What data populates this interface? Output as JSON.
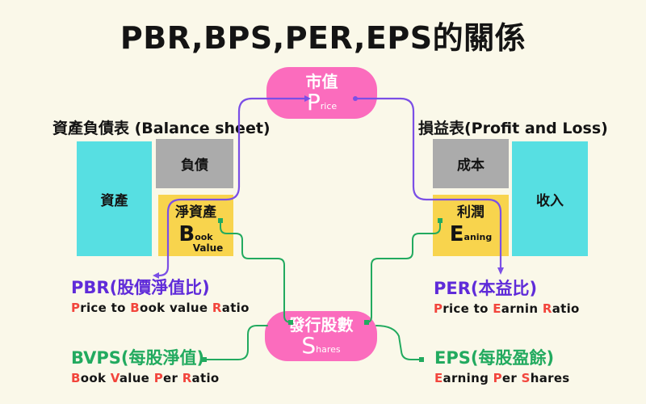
{
  "title": "PBR,BPS,PER,EPS的關係",
  "colors": {
    "background": "#FAF8E9",
    "pink": "#FB6CBD",
    "teal": "#57DFE2",
    "yellow": "#F8D44D",
    "gray": "#ABABAB",
    "purple_line": "#7B4FE6",
    "purple_text": "#5F2BD9",
    "green": "#22AA5F",
    "red": "#F2453C",
    "text": "#141414"
  },
  "balance_sheet": {
    "header": "資產負債表 (Balance sheet)",
    "assets_label": "資產",
    "liabilities_label": "負債",
    "net_worth": {
      "label": "淨資產",
      "big": "B",
      "small": "ook",
      "under": "Value"
    }
  },
  "profit_loss": {
    "header": "損益表(Profit and Loss)",
    "cost_label": "成本",
    "revenue_label": "收入",
    "profit": {
      "label": "利潤",
      "big": "E",
      "small": "aning"
    }
  },
  "market_cap": {
    "label": "市值",
    "big": "P",
    "small": "rice"
  },
  "shares": {
    "label": "發行股數",
    "big": "S",
    "small": "hares"
  },
  "metrics": {
    "pbr": {
      "title": "PBR(股價淨值比)",
      "subtitle": [
        {
          "t": "P",
          "red": true
        },
        {
          "t": "rice to ",
          "red": false
        },
        {
          "t": "B",
          "red": true
        },
        {
          "t": "ook value ",
          "red": false
        },
        {
          "t": "R",
          "red": true
        },
        {
          "t": "atio",
          "red": false
        }
      ]
    },
    "bvps": {
      "title": "BVPS(每股淨值)",
      "subtitle": [
        {
          "t": "B",
          "red": true
        },
        {
          "t": "ook ",
          "red": false
        },
        {
          "t": "V",
          "red": true
        },
        {
          "t": "alue ",
          "red": false
        },
        {
          "t": "P",
          "red": true
        },
        {
          "t": "er ",
          "red": false
        },
        {
          "t": "R",
          "red": true
        },
        {
          "t": "atio",
          "red": false
        }
      ]
    },
    "per": {
      "title": "PER(本益比)",
      "subtitle": [
        {
          "t": "P",
          "red": true
        },
        {
          "t": "rice to ",
          "red": false
        },
        {
          "t": "E",
          "red": true
        },
        {
          "t": "arnin ",
          "red": false
        },
        {
          "t": "R",
          "red": true
        },
        {
          "t": "atio",
          "red": false
        }
      ]
    },
    "eps": {
      "title": "EPS(每股盈餘)",
      "subtitle": [
        {
          "t": "E",
          "red": true
        },
        {
          "t": "arning ",
          "red": false
        },
        {
          "t": "P",
          "red": true
        },
        {
          "t": "er ",
          "red": false
        },
        {
          "t": "S",
          "red": true
        },
        {
          "t": "hares",
          "red": false
        }
      ]
    }
  }
}
